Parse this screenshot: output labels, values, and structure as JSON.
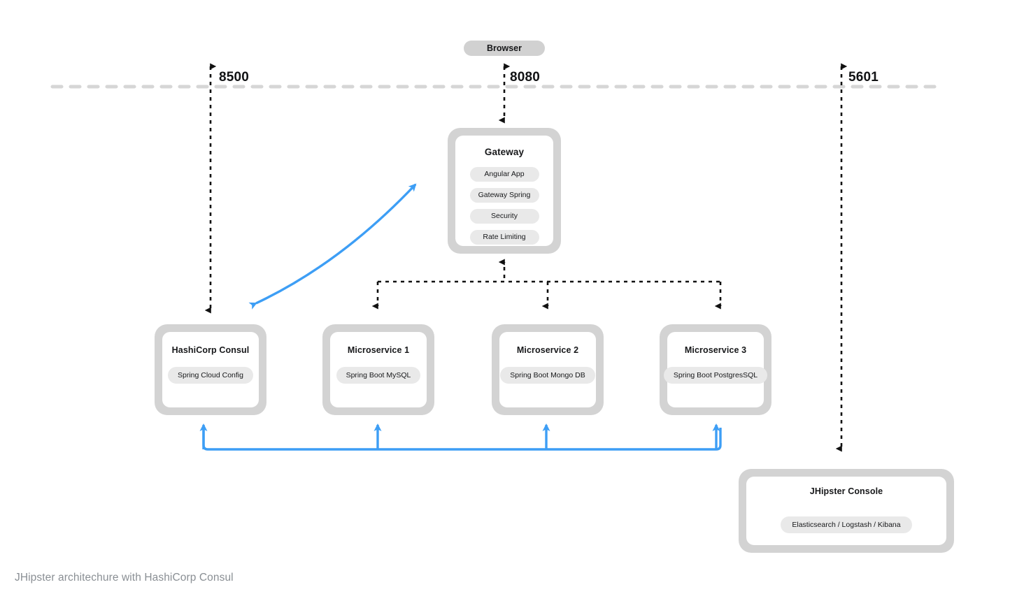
{
  "caption": "JHipster architechure with HashiCorp Consul",
  "client": {
    "browser_label": "Browser"
  },
  "ports": {
    "consul": "8500",
    "gateway": "8080",
    "console": "5601"
  },
  "gateway": {
    "title": "Gateway",
    "components": [
      "Angular App",
      "Gateway Spring",
      "Security",
      "Rate Limiting"
    ]
  },
  "services": [
    {
      "title": "HashiCorp Consul",
      "component": "Spring Cloud Config"
    },
    {
      "title": "Microservice 1",
      "component": "Spring Boot MySQL"
    },
    {
      "title": "Microservice 2",
      "component": "Spring Boot Mongo DB"
    },
    {
      "title": "Microservice 3",
      "component": "Spring Boot PostgresSQL"
    }
  ],
  "console": {
    "title": "JHipster Console",
    "component": "Elasticsearch / Logstash / Kibana"
  },
  "colors": {
    "accent_blue": "#3d9ef5",
    "edge_black": "#111111",
    "boundary_gray": "#d6d6d6",
    "box_frame": "#d3d3d3",
    "pill_gray": "#e9e9e9",
    "caption_gray": "#8a8f94"
  }
}
